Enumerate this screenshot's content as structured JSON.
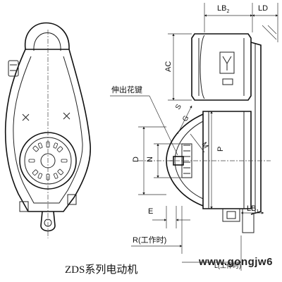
{
  "diagram": {
    "labels": {
      "lb2": "LB",
      "lb2_sub": "2",
      "ld": "LD",
      "ac": "AC",
      "spline": "伸出花键",
      "s": "S",
      "g": "G",
      "m": "M",
      "d": "D",
      "n": "N",
      "p": "P",
      "lb1": "LB",
      "lb1_sub": "1",
      "e": "E",
      "r": "R(工作时)",
      "l": "L(工作时)",
      "caption": "ZDS系列电动机"
    },
    "watermark": "www.gongjw6"
  }
}
